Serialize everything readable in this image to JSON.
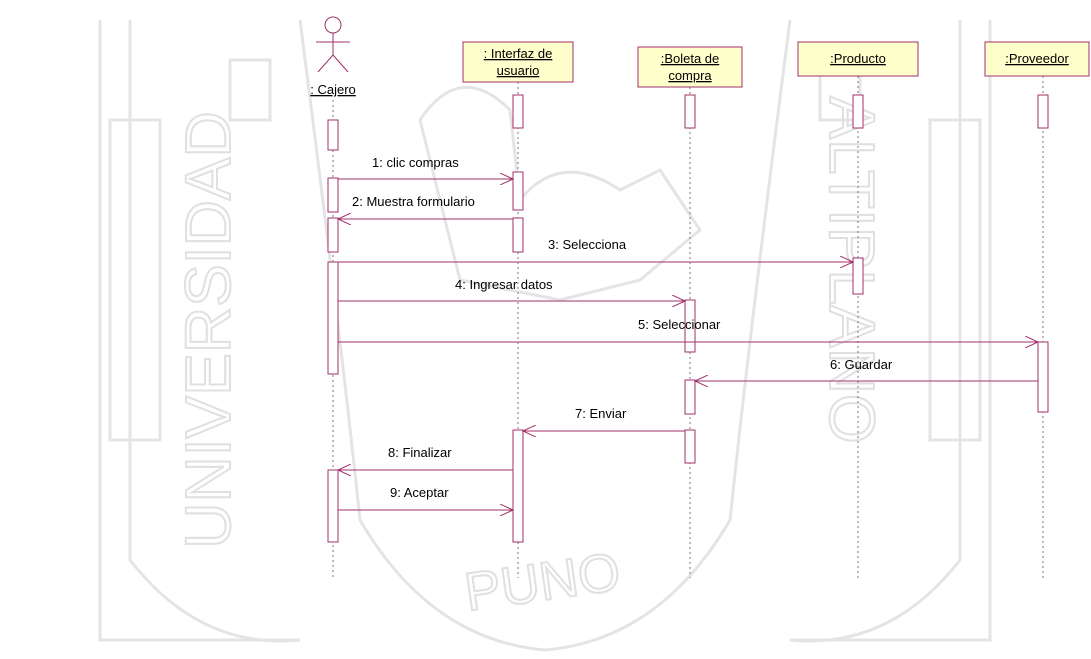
{
  "actor": {
    "name": ": Cajero"
  },
  "objects": [
    {
      "id": "ui",
      "lines": [
        ": Interfaz de",
        "usuario"
      ]
    },
    {
      "id": "boleta",
      "lines": [
        ":Boleta de",
        "compra"
      ]
    },
    {
      "id": "producto",
      "lines": [
        ":Producto"
      ]
    },
    {
      "id": "proveedor",
      "lines": [
        ":Proveedor"
      ]
    }
  ],
  "messages": [
    {
      "from": "cajero",
      "to": "ui",
      "label": "1: clic compras"
    },
    {
      "from": "ui",
      "to": "cajero",
      "label": "2: Muestra formulario"
    },
    {
      "from": "cajero",
      "to": "producto",
      "label": "3: Selecciona"
    },
    {
      "from": "cajero",
      "to": "boleta",
      "label": "4: Ingresar datos"
    },
    {
      "from": "cajero",
      "to": "proveedor",
      "label": "5: Seleccionar"
    },
    {
      "from": "proveedor",
      "to": "boleta",
      "label": "6: Guardar"
    },
    {
      "from": "boleta",
      "to": "ui",
      "label": "7: Enviar"
    },
    {
      "from": "ui",
      "to": "cajero",
      "label": "8: Finalizar"
    },
    {
      "from": "cajero",
      "to": "ui",
      "label": "9: Aceptar"
    }
  ],
  "watermark": {
    "left_text": "UNIVERSIDAD",
    "right_text": "ALTIPLANO",
    "bottom_text": "PUNO"
  },
  "colors": {
    "line": "#a0306a",
    "object_fill": "#ffffcc",
    "watermark": "#e6e6e6"
  }
}
